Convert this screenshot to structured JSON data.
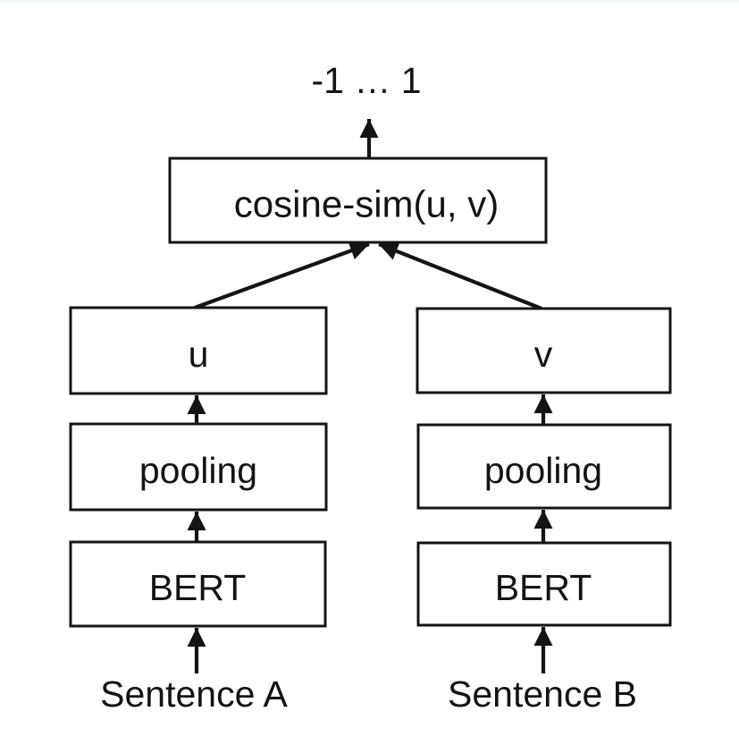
{
  "diagram": {
    "output_range_label": "-1 … 1",
    "nodes": {
      "cosine": {
        "label": "cosine-sim(u, v)"
      },
      "u": {
        "label": "u"
      },
      "v": {
        "label": "v"
      },
      "pooling_a": {
        "label": "pooling"
      },
      "pooling_b": {
        "label": "pooling"
      },
      "bert_a": {
        "label": "BERT"
      },
      "bert_b": {
        "label": "BERT"
      }
    },
    "inputs": {
      "sentence_a": "Sentence A",
      "sentence_b": "Sentence B"
    },
    "colors": {
      "ink": "#141414",
      "background": "#ffffff",
      "top_edge_tint": "#f1f8f4"
    }
  }
}
